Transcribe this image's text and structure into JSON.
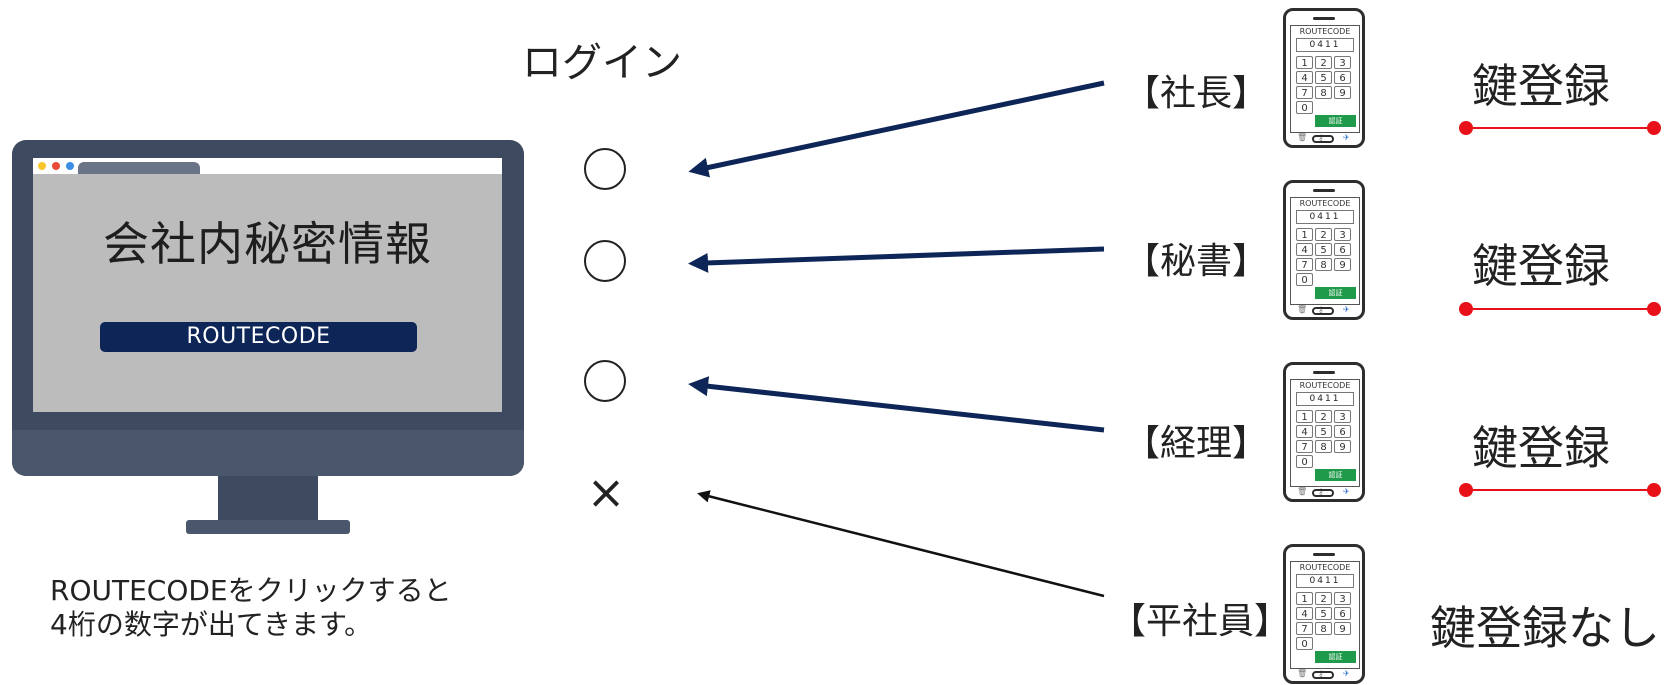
{
  "monitor": {
    "screen_title": "会社内秘密情報",
    "button_label": "ROUTECODE",
    "dots": [
      "#f7c52c",
      "#e84b3a",
      "#3a8ee8"
    ]
  },
  "caption": {
    "line1": "ROUTECODEをクリックすると",
    "line2": "4桁の数字が出てきます。"
  },
  "login": {
    "title": "ログイン",
    "results": [
      "○",
      "○",
      "○",
      "×"
    ]
  },
  "roles": [
    "【社長】",
    "【秘書】",
    "【経理】",
    "【平社員】"
  ],
  "phone": {
    "header": "ROUTECODE",
    "code": "0411",
    "keys": [
      "1",
      "2",
      "3",
      "4",
      "5",
      "6",
      "7",
      "8",
      "9",
      "0"
    ],
    "auth_label": "認証",
    "icons": [
      "trash-icon",
      "key-icon",
      "pin-icon"
    ]
  },
  "registrations": [
    "鍵登録",
    "鍵登録",
    "鍵登録",
    "鍵登録なし"
  ],
  "colors": {
    "navy": "#0e2657",
    "red": "#e8111a",
    "green": "#1f9a4a",
    "monitor": "#3e4a5f"
  }
}
